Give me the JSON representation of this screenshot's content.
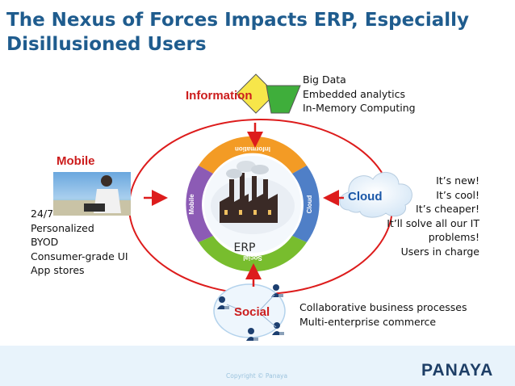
{
  "title": {
    "line1": "The Nexus of Forces Impacts ERP, Especially",
    "line2": "Disillusioned Users"
  },
  "forces": {
    "information": {
      "label": "Information",
      "items": [
        "Big Data",
        "Embedded analytics",
        "In-Memory Computing"
      ]
    },
    "mobile": {
      "label": "Mobile",
      "items": [
        "24/7",
        "Personalized",
        "BYOD",
        "Consumer-grade UI",
        "App stores"
      ]
    },
    "cloud": {
      "label": "Cloud",
      "items": [
        "It’s new!",
        "It’s cool!",
        "It’s cheaper!",
        "It’ll solve all our IT",
        "problems!",
        "Users in charge"
      ]
    },
    "social": {
      "label": "Social",
      "items": [
        "Collaborative business processes",
        "Multi-enterprise commerce"
      ]
    }
  },
  "center": {
    "label": "ERP",
    "ring_labels": {
      "top": "Information",
      "left": "Mobile",
      "right": "Cloud",
      "bottom": "Social"
    }
  },
  "footer": {
    "copyright": "Copyright © Panaya",
    "logo": "PANAYA"
  },
  "colors": {
    "title": "#1f5c8e",
    "red_labels": "#cc1d1d",
    "cloud_label": "#1b58a8",
    "arrow": "#dd1c1c",
    "ring_orange": "#f39b25",
    "ring_blue": "#4f7fc7",
    "ring_green": "#78bd2e",
    "ring_purple": "#8c5bb5",
    "footer_bg": "#e8f3fb"
  }
}
